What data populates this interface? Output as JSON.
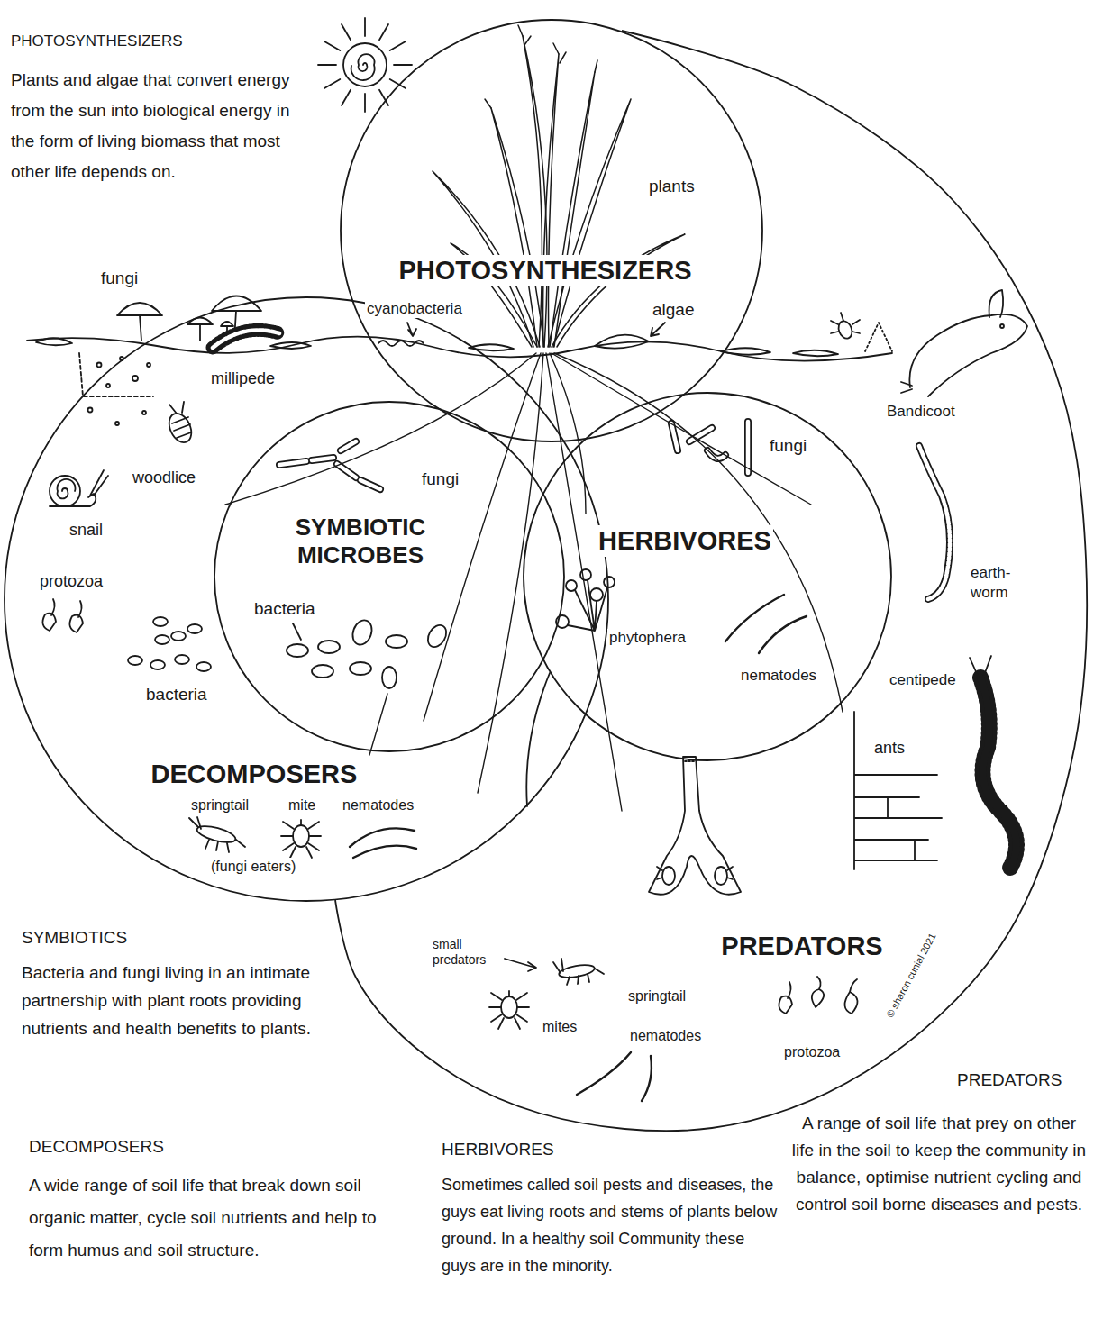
{
  "diagram": {
    "nodes": [
      {
        "text": [
          "PHOTOSYNTHESIZERS"
        ]
      },
      {
        "text": [
          "SYMBIOTIC MICROBES"
        ]
      },
      {
        "text": [
          "HERBIVORES"
        ]
      },
      {
        "text": [
          "DECOMPOSERS"
        ]
      },
      {
        "text": [
          "PREDATORS"
        ]
      }
    ],
    "labels": [
      "PHOTOSYNTHESIZERS",
      "Plants and algae that convert energy from the sun into biological energy in the form of living biomass that most other life depends on.",
      "plants",
      "fungi",
      "cyanobacteria",
      "algae",
      "millipede",
      "Bandicoot",
      "fungi",
      "woodlice",
      "fungi",
      "snail",
      "earth- worm",
      "protozoa",
      "bacteria",
      "phytophera",
      "nematodes",
      "bacteria",
      "centipede",
      "ants",
      "springtail",
      "mite",
      "nematodes",
      "(fungi eaters)",
      "SYMBIOTICS",
      "Bacteria and fungi living in an intimate partnership with plant roots providing nutrients and health benefits to plants.",
      "small predators",
      "springtail",
      "mites",
      "nematodes",
      "protozoa",
      "© sharon cunial 2021",
      "PREDATORS",
      "A range of soil life that prey on other life in the soil to keep the community in balance, optimise nutrient cycling and control soil borne diseases and pests.",
      "DECOMPOSERS",
      "A wide range of soil life that break down soil organic matter, cycle soil nutrients and help to form humus and soil structure.",
      "HERBIVORES",
      "Sometimes called soil pests and diseases, the guys eat living roots and stems of plants below ground. In a healthy soil Community these guys are in the minority."
    ]
  }
}
